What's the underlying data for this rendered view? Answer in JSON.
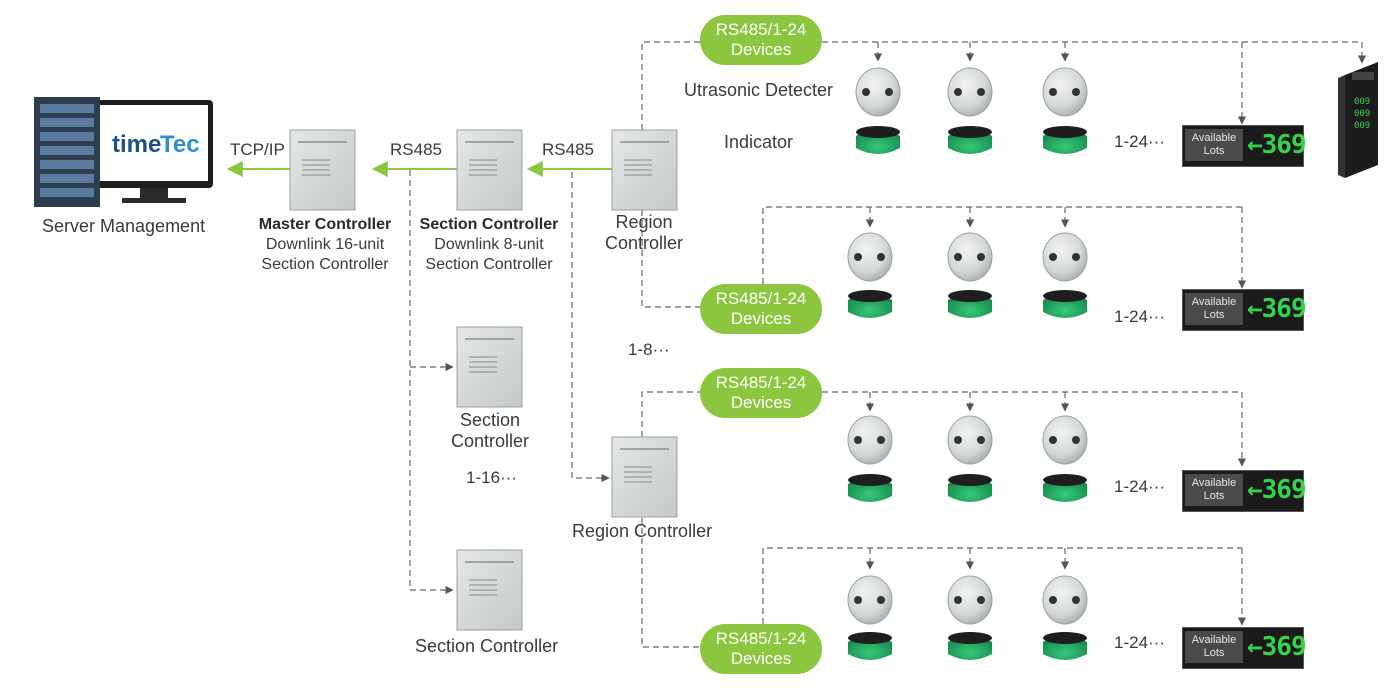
{
  "server": {
    "label": "Server Management",
    "brand_text": "timeTec"
  },
  "links": {
    "tcp_ip": "TCP/IP",
    "rs485_a": "RS485",
    "rs485_b": "RS485"
  },
  "master_controller": {
    "title": "Master Controller",
    "line1": "Downlink 16-unit",
    "line2": "Section Controller"
  },
  "section_controller_main": {
    "title": "Section Controller",
    "line1": "Downlink 8-unit",
    "line2": "Section Controller"
  },
  "region_controller_top": {
    "line1": "Region",
    "line2": "Controller"
  },
  "region_controller_mid": {
    "label": "Region Controller"
  },
  "section_controller_2": {
    "line1": "Section",
    "line2": "Controller"
  },
  "section_controller_3": {
    "label": "Section Controller"
  },
  "counts": {
    "region": "1-8···",
    "section": "1-16···",
    "devices": "1-24···"
  },
  "device_labels": {
    "detector": "Utrasonic Detecter",
    "indicator": "Indicator"
  },
  "bus_pill": {
    "line1": "RS485/1-24",
    "line2": "Devices"
  },
  "display_panel": {
    "label_line1": "Available",
    "label_line2": "Lots",
    "arrow": "←",
    "value": "369"
  },
  "signboard": {
    "values": [
      "009",
      "009",
      "009"
    ]
  },
  "colors": {
    "accent_green": "#8cc63f",
    "indicator_green": "#2db46a",
    "panel_digits": "#35d24a",
    "dashed_line": "#666666"
  }
}
